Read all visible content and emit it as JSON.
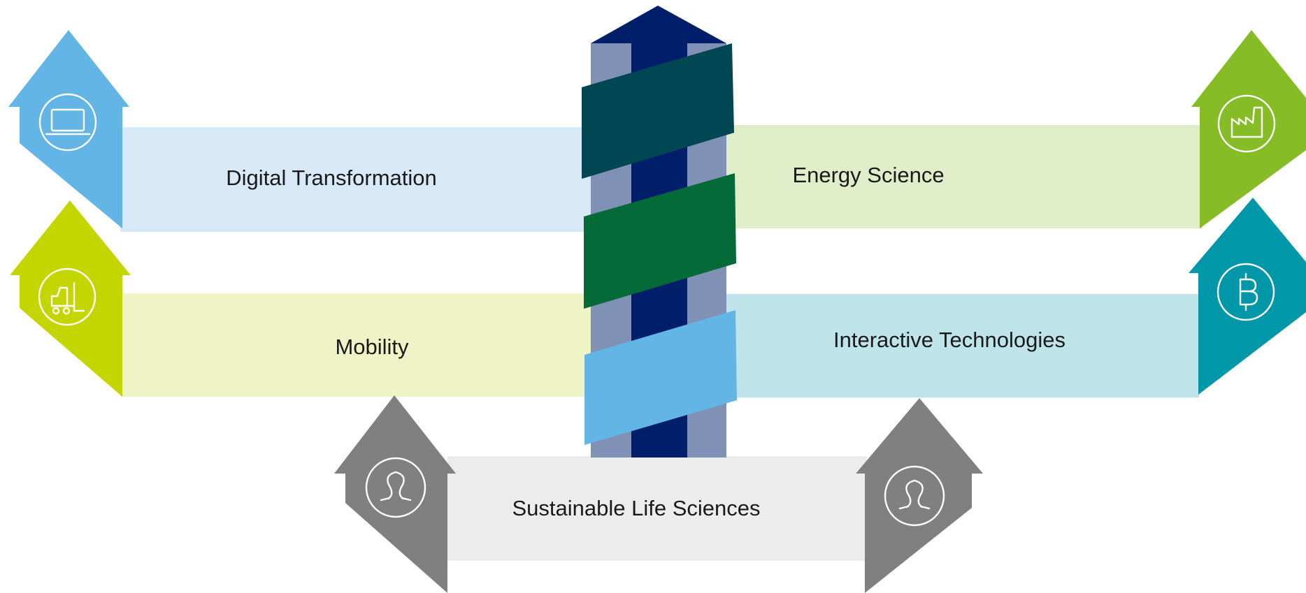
{
  "diagram": {
    "center_column": {
      "colors": {
        "outer": "#7f91b4",
        "inner": "#001e6a",
        "band_top": "#004753",
        "band_middle": "#046a38",
        "band_bottom": "#62b5e5"
      }
    },
    "topics": [
      {
        "id": "digital",
        "label": "Digital Transformation",
        "icon": "laptop-icon",
        "colors": {
          "band": "#d7e9f7",
          "arrow": "#62b5e5"
        }
      },
      {
        "id": "mobility",
        "label": "Mobility",
        "icon": "forklift-icon",
        "colors": {
          "band": "#eef4c5",
          "arrow": "#c4d600"
        }
      },
      {
        "id": "energy",
        "label": "Energy Science",
        "icon": "factory-icon",
        "colors": {
          "band": "#dfeec8",
          "arrow": "#86bc25"
        }
      },
      {
        "id": "interactive",
        "label": "Interactive Technologies",
        "icon": "bitcoin-icon",
        "colors": {
          "band": "#bee4e9",
          "arrow": "#0097a9"
        }
      },
      {
        "id": "life",
        "label": "Sustainable Life Sciences",
        "icon": "person-icon",
        "colors": {
          "band": "#ececec",
          "arrow": "#808080"
        }
      }
    ]
  }
}
